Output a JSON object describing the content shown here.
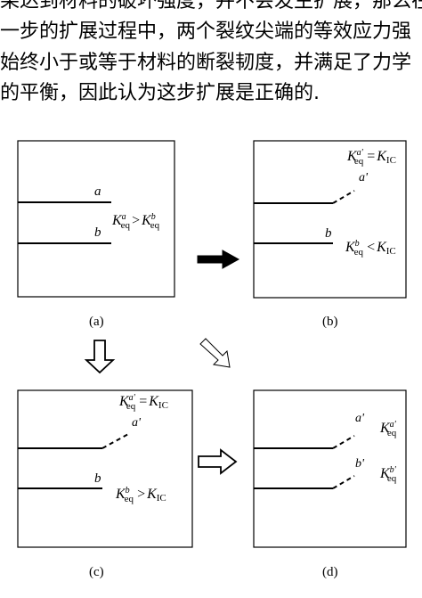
{
  "paragraph": {
    "line1": "果达到材料的破坏强度，并不会发生扩展，那么在",
    "line2": "一步的扩展过程中，两个裂纹尖端的等效应力强",
    "line3": "始终小于或等于材料的断裂韧度，并满足了力学",
    "line4": "的平衡，因此认为这步扩展是正确的."
  },
  "figure": {
    "panels": {
      "a": {
        "caption": "(a)",
        "crack_a": "a",
        "crack_b": "b",
        "K": "K",
        "sub": "eq",
        "sup_a": "a",
        "sup_b": "b",
        "rel": ">"
      },
      "b": {
        "caption": "(b)",
        "crack_a": "a'",
        "crack_b": "b",
        "K": "K",
        "sub": "eq",
        "sup_top": "a'",
        "sup_bot": "b",
        "rel_top": "=",
        "rel_bot": "<",
        "KIC": "K",
        "IC": "IC"
      },
      "c": {
        "caption": "(c)",
        "crack_a": "a'",
        "crack_b": "b",
        "K": "K",
        "sub": "eq",
        "sup_top": "a'",
        "sup_bot": "b",
        "rel_top": "=",
        "rel_bot": ">",
        "KIC": "K",
        "IC": "IC"
      },
      "d": {
        "caption": "(d)",
        "crack_a": "a'",
        "crack_b": "b'",
        "K": "K",
        "sub": "eq",
        "sup_top": "a'",
        "sup_bot": "b'"
      }
    }
  }
}
